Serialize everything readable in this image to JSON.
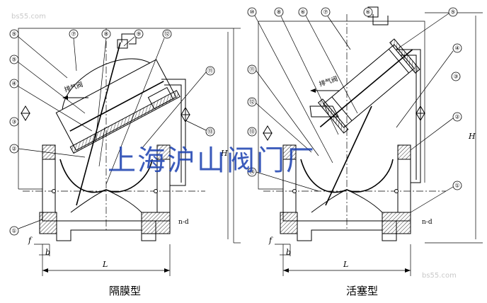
{
  "captions": {
    "left": "隔膜型",
    "right": "活塞型"
  },
  "watermark": "上海沪山阀门厂",
  "exhaust_label": "排气阀",
  "left_callouts": [
    "⑤",
    "⑦",
    "⑧",
    "⑨",
    "⑫",
    "⑤",
    "④",
    "③",
    "②",
    "①",
    "⑪",
    "⑬"
  ],
  "right_callouts": [
    "⑩",
    "⑧",
    "⑥",
    "⑦",
    "⑥",
    "⑤",
    "⑪",
    "④",
    "⑫",
    "③",
    "⑬",
    "⑭",
    "②",
    "①"
  ],
  "dims": {
    "L": "L",
    "f": "f",
    "b": "b",
    "H": "H",
    "nd": "n-d"
  },
  "site_mark": "bs55.com"
}
